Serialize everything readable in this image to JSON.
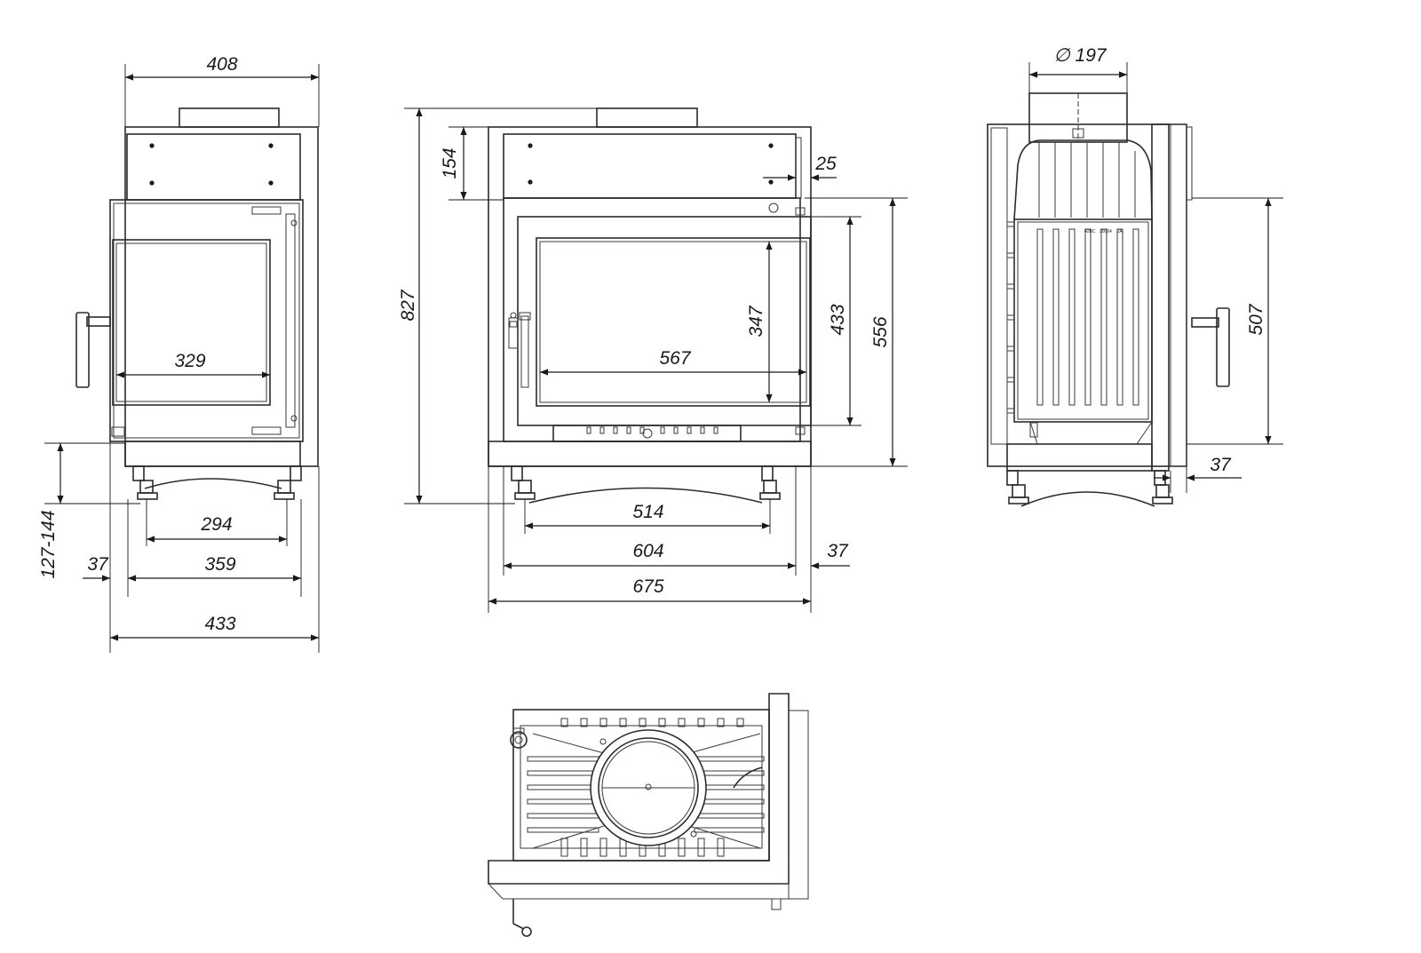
{
  "dimensions": {
    "side_top_width": "408",
    "side_inner_width": "329",
    "side_leg_spacing": "294",
    "side_base": "359",
    "side_offset": "37",
    "side_total": "433",
    "side_leg_height": "127-144",
    "front_total_height": "827",
    "front_top_panel": "154",
    "front_offset_top": "25",
    "front_glass_width": "567",
    "front_glass_height": "347",
    "front_door_height": "433",
    "front_body_height": "556",
    "front_leg_spacing": "514",
    "front_base": "604",
    "front_offset_right": "37",
    "front_total_width": "675",
    "rear_flue_diameter": "∅ 197",
    "rear_height": "507",
    "rear_offset": "37"
  },
  "rear_plate_text": [
    "42BC",
    "30004",
    "JA"
  ]
}
